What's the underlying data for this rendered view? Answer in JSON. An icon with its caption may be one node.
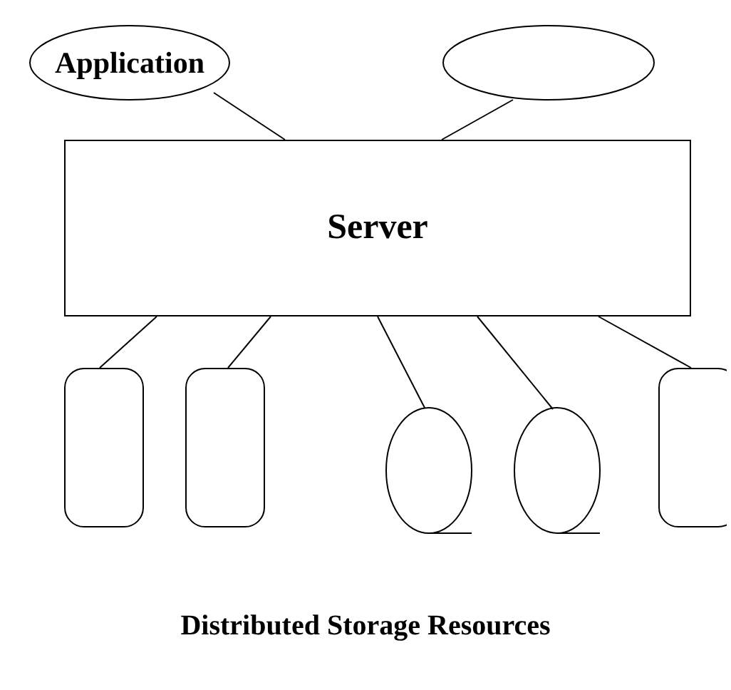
{
  "diagram": {
    "nodes": [
      {
        "text": [
          "Application"
        ]
      },
      {
        "text": [],
        "shape": "ellipse"
      },
      {
        "text": [
          "Server"
        ]
      },
      {
        "text": [],
        "shape": "box"
      },
      {
        "text": [],
        "shape": "box"
      },
      {
        "text": [],
        "shape": "circle"
      },
      {
        "text": [],
        "shape": "circle"
      },
      {
        "text": [],
        "shape": "box"
      }
    ],
    "edges": [
      {
        "from": 0,
        "to": 2,
        "arrow": "none"
      },
      {
        "from": 1,
        "to": 2,
        "arrow": "none"
      },
      {
        "from": 2,
        "to": 3,
        "arrow": "none"
      },
      {
        "from": 2,
        "to": 4,
        "arrow": "none"
      },
      {
        "from": 2,
        "to": 5,
        "arrow": "none"
      },
      {
        "from": 2,
        "to": 6,
        "arrow": "none"
      },
      {
        "from": 2,
        "to": 7,
        "arrow": "none"
      }
    ],
    "labels": [
      "Distributed Storage Resources"
    ]
  }
}
